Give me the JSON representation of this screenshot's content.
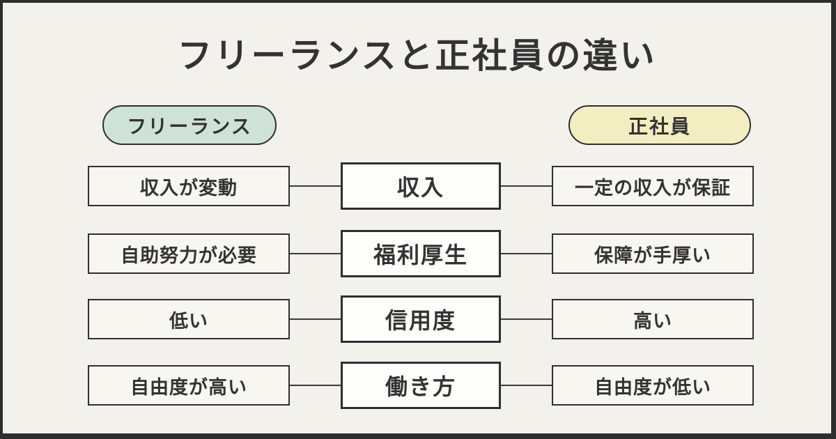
{
  "title": "フリーランスと正社員の違い",
  "columns": {
    "freelance_label": "フリーランス",
    "employee_label": "正社員"
  },
  "rows": [
    {
      "freelance": "収入が変動",
      "category": "収入",
      "employee": "一定の収入が保証"
    },
    {
      "freelance": "自助努力が必要",
      "category": "福利厚生",
      "employee": "保障が手厚い"
    },
    {
      "freelance": "低い",
      "category": "信用度",
      "employee": "高い"
    },
    {
      "freelance": "自由度が高い",
      "category": "働き方",
      "employee": "自由度が低い"
    }
  ],
  "colors": {
    "background": "#f2f1ec",
    "frame": "#2e2e2e",
    "text": "#333333",
    "line": "#3a3a3a",
    "freelance_pill_bg": "#cfe2d7",
    "employee_pill_bg": "#f3edc2",
    "side_box_bg": "#f7f6f1",
    "center_box_bg": "#fdfdfb"
  }
}
